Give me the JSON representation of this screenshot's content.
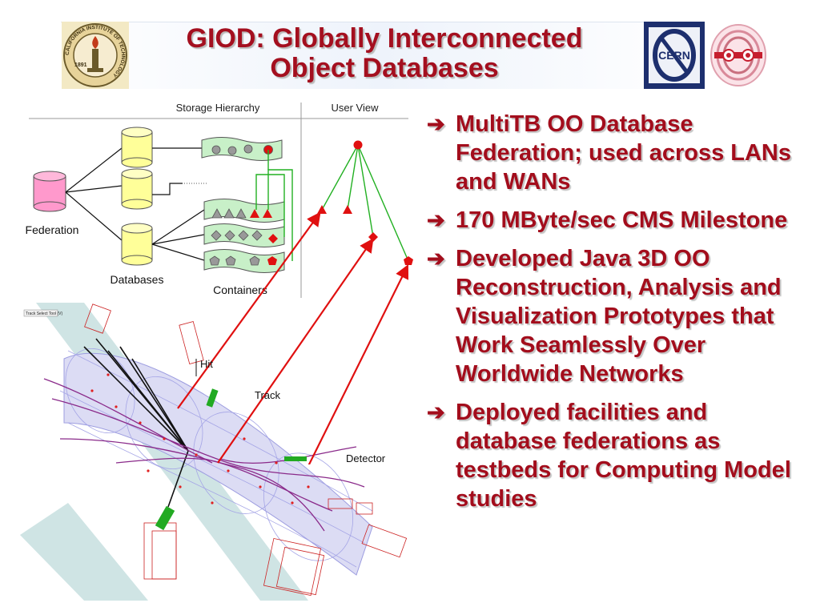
{
  "title": {
    "line1": "GIOD: Globally Interconnected",
    "line2": "Object Databases"
  },
  "logos": {
    "caltech": "CALIFORNIA INSTITUTE OF TECHNOLOGY",
    "caltech_year": "1891",
    "cern": "CERN"
  },
  "diagram": {
    "header_storage": "Storage Hierarchy",
    "header_user_view": "User View",
    "federation_label": "Federation",
    "databases_label": "Databases",
    "containers_label": "Containers",
    "hit_label": "Hit",
    "track_label": "Track",
    "detector_label": "Detector",
    "event_display_caption": "Track Select Tool (V)"
  },
  "bullets": [
    {
      "text": "MultiTB OO Database Federation; used across LANs and WANs"
    },
    {
      "text": "170 MByte/sec CMS Milestone"
    },
    {
      "text": "Developed Java 3D OO Reconstruction, Analysis and Visualization Prototypes that Work Seamlessly Over Worldwide Networks"
    },
    {
      "text": "Deployed facilities and database federations as testbeds for Computing Model studies"
    }
  ],
  "bullet_glyph": "➔",
  "colors": {
    "title": "#a40f1f",
    "bullet_text": "#a30d1c",
    "link_line": "#e01010",
    "tree_line": "#22b022",
    "database_fill": "#ffff99",
    "federation_fill": "#ff99cc",
    "container_fill": "#c8f0c8"
  }
}
